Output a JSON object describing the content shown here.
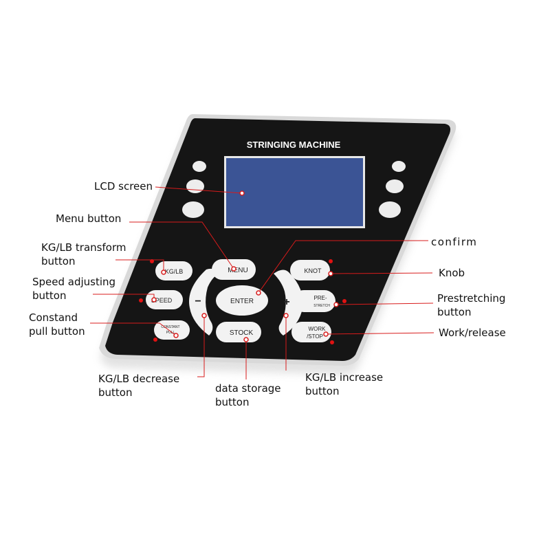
{
  "panel": {
    "title": "STRINGING MACHINE",
    "colors": {
      "body": "#151515",
      "border": "#d9d9d9",
      "lcd": "#3b5495",
      "key": "#f2f2f2",
      "led": "#e01212",
      "leader": "#d81b1b"
    },
    "keys": {
      "kglb": "KG/LB",
      "speed": "SPEED",
      "constant_1": "CONSTANT",
      "constant_2": "PULL",
      "menu": "MENU",
      "enter": "ENTER",
      "stock": "STOCK",
      "minus": "−",
      "plus": "+",
      "knot": "KNOT",
      "prestretch_1": "PRE-",
      "prestretch_2": "STRETCH",
      "work_1": "WORK",
      "work_2": "/STOP"
    }
  },
  "callouts": {
    "lcd": {
      "line1": "LCD screen",
      "line2": ""
    },
    "menu": {
      "line1": "Menu button",
      "line2": ""
    },
    "kglb_transform": {
      "line1": "KG/LB transform",
      "line2": "button"
    },
    "speed": {
      "line1": "Speed adjusting",
      "line2": "button"
    },
    "constant_pull": {
      "line1": "Constand",
      "line2": "pull button"
    },
    "kglb_decrease": {
      "line1": "KG/LB decrease",
      "line2": "button"
    },
    "data_storage": {
      "line1": "data storage",
      "line2": "button"
    },
    "kglb_increase": {
      "line1": "KG/LB increase",
      "line2": "button"
    },
    "confirm": {
      "line1": "confirm",
      "line2": ""
    },
    "knob": {
      "line1": "Knob",
      "line2": ""
    },
    "prestretching": {
      "line1": "Prestretching",
      "line2": "button"
    },
    "work_release": {
      "line1": "Work/release",
      "line2": ""
    }
  }
}
